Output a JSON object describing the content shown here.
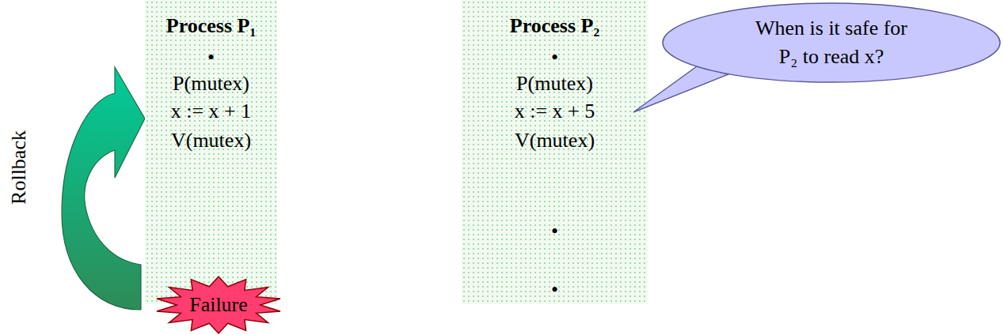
{
  "diagram": {
    "nodes": [
      {
        "text": [
          "Process P₁",
          "•",
          "P(mutex)",
          "x := x + 1",
          "V(mutex)"
        ]
      },
      {
        "text": [
          "Failure"
        ]
      },
      {
        "text": [
          "Process P₂",
          "•",
          "P(mutex)",
          "x := x + 5",
          "V(mutex)",
          "•",
          "•"
        ]
      },
      {
        "text": [
          "When is it safe for P₂ to read x?"
        ]
      }
    ],
    "labels": [
      "Rollback"
    ]
  }
}
